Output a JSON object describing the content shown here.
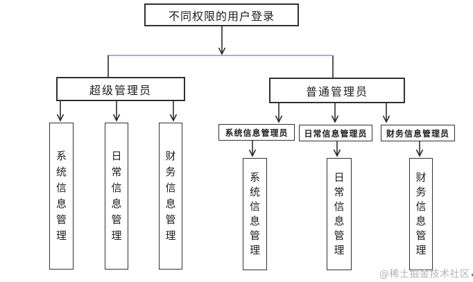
{
  "root": {
    "label": "不同权限的用户登录"
  },
  "left_branch": {
    "label": "超级管理员",
    "modules": [
      "系统信息管理",
      "日常信息管理",
      "财务信息管理"
    ]
  },
  "right_branch": {
    "label": "普通管理员",
    "admins": [
      "系统信息管理员",
      "日常信息管理员",
      "财务信息管理员"
    ],
    "modules": [
      "系统信息管理",
      "日常信息管理",
      "财务信息管理"
    ]
  },
  "watermark": {
    "text": "@稀土掘金技术社区",
    "cursor_icon": "↙"
  },
  "colors": {
    "box_border": "#2f2f2f",
    "connector_black": "#2a2a2a",
    "connector_blue": "#9ab5d6",
    "watermark_gray": "#b3b3b3",
    "background": "#ffffff"
  }
}
